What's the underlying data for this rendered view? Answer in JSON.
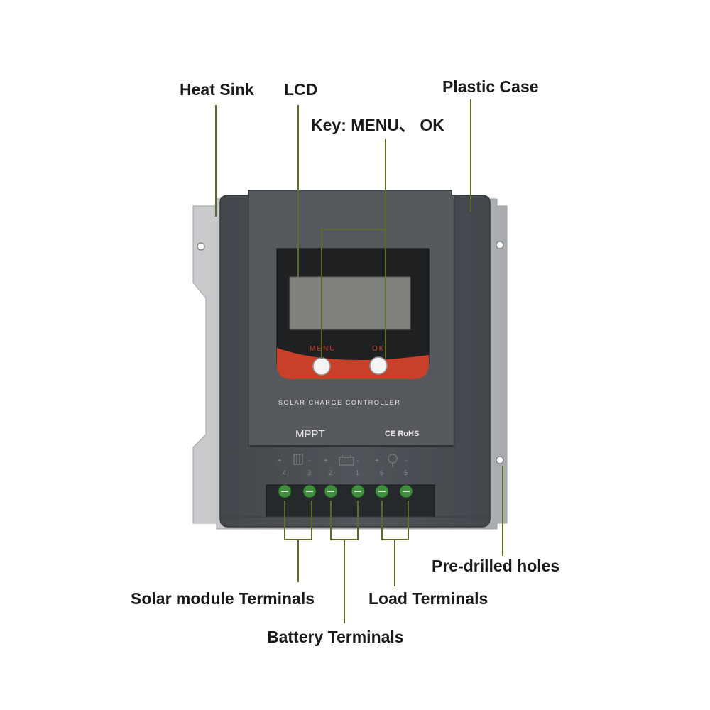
{
  "labels": {
    "heat_sink": "Heat Sink",
    "lcd": "LCD",
    "plastic_case": "Plastic Case",
    "keys": "Key: MENU、 OK",
    "pre_drilled_holes": "Pre-drilled holes",
    "solar_terminals": "Solar module Terminals",
    "load_terminals": "Load Terminals",
    "battery_terminals": "Battery Terminals"
  },
  "device": {
    "menu_label": "MENU",
    "ok_label": "OK",
    "product_name": "SOLAR CHARGE CONTROLLER",
    "model": "MPPT",
    "certification": "CE RoHS",
    "terminal_numbers": [
      "4",
      "3",
      "2",
      "1",
      "6",
      "5"
    ],
    "polarity_signs": [
      "+",
      "-",
      "+",
      "-",
      "+",
      "-"
    ]
  },
  "colors": {
    "case": "#4b4f54",
    "panel": "#54585d",
    "heat_sink": "#b9bcbf",
    "lcd_screen": "#7e807c",
    "accent": "#c8402a",
    "leader_line": "#5a6b2a",
    "terminal": "#3f8f3f"
  }
}
